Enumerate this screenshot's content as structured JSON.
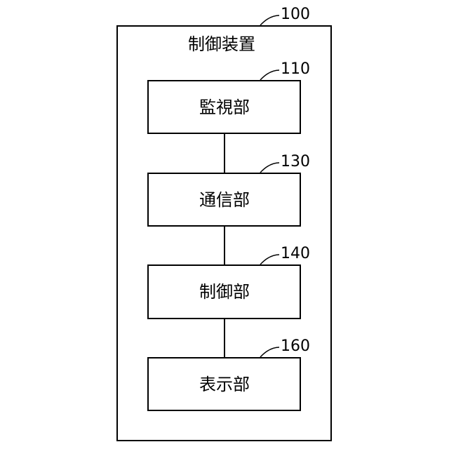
{
  "outer": {
    "ref": "100",
    "title": "制御装置"
  },
  "blocks": [
    {
      "ref": "110",
      "label": "監視部"
    },
    {
      "ref": "130",
      "label": "通信部"
    },
    {
      "ref": "140",
      "label": "制御部"
    },
    {
      "ref": "160",
      "label": "表示部"
    }
  ]
}
